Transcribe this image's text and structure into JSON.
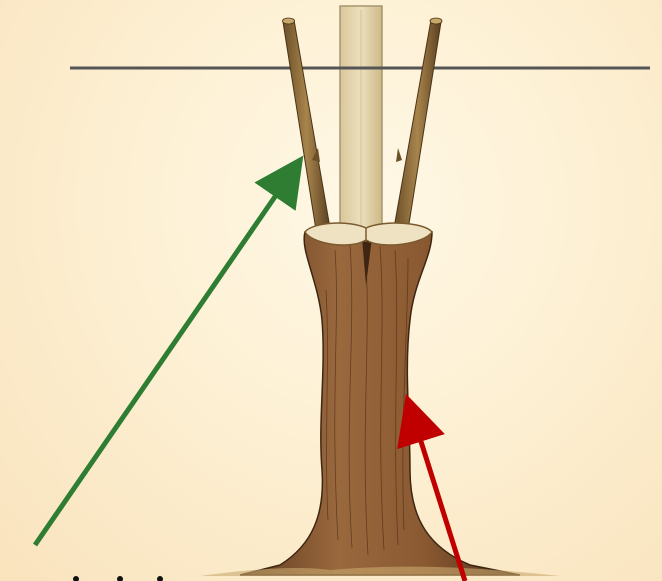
{
  "diagram": {
    "subject": "top-grafted-trunk-with-two-scions",
    "colors": {
      "background": "#fdf0d3",
      "trunk_bark": "#8b5a32",
      "trunk_shadow": "#5e3a1f",
      "cut_surface": "#efe2c2",
      "scion": "#8a6a3a",
      "stake": "#e8d9b0",
      "wire": "#555555",
      "green_arrow": "#2e7d32",
      "red_arrow": "#c00000"
    },
    "arrows": [
      {
        "name": "green-arrow",
        "color": "#2e7d32",
        "points_to": "scion"
      },
      {
        "name": "red-arrow",
        "color": "#c00000",
        "points_to": "rootstock-trunk"
      }
    ]
  }
}
